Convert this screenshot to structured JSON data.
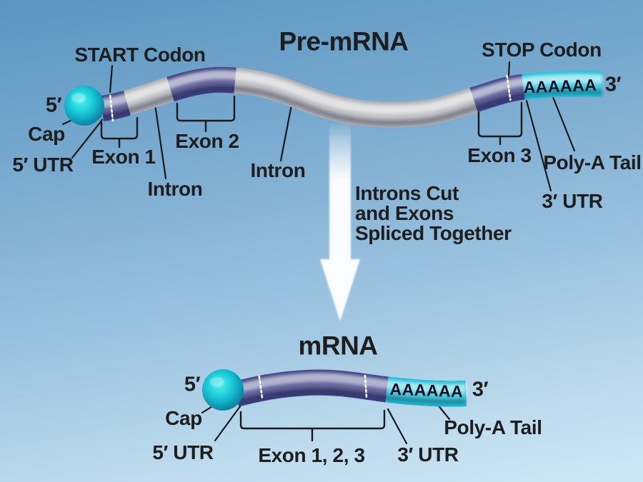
{
  "colors": {
    "background_top": "#5a96c1",
    "background_bottom": "#cde7f5",
    "exon": "#3e4184",
    "intron": "#b0b1b5",
    "poly_a_tail": "#1cc3da",
    "cap": "#14b3c9",
    "text": "#1e1e1e",
    "arrow": "#ffffff"
  },
  "pre_mrna": {
    "title": "Pre-mRNA",
    "start_codon": "START Codon",
    "stop_codon": "STOP Codon",
    "five_prime": "5′",
    "cap": "Cap",
    "five_utr": "5′ UTR",
    "exon1": "Exon 1",
    "exon2": "Exon 2",
    "exon3": "Exon 3",
    "intron1": "Intron",
    "intron2": "Intron",
    "three_utr": "3′ UTR",
    "poly_a": "Poly-A Tail",
    "poly_a_seq": "AAAAAA",
    "three_prime": "3′"
  },
  "transition": {
    "lines": [
      "Introns Cut",
      "and Exons",
      "Spliced Together"
    ]
  },
  "mrna": {
    "title": "mRNA",
    "five_prime": "5′",
    "cap": "Cap",
    "five_utr": "5′ UTR",
    "exons": "Exon 1, 2, 3",
    "three_utr": "3′ UTR",
    "poly_a": "Poly-A Tail",
    "poly_a_seq": "AAAAAA",
    "three_prime": "3′"
  }
}
